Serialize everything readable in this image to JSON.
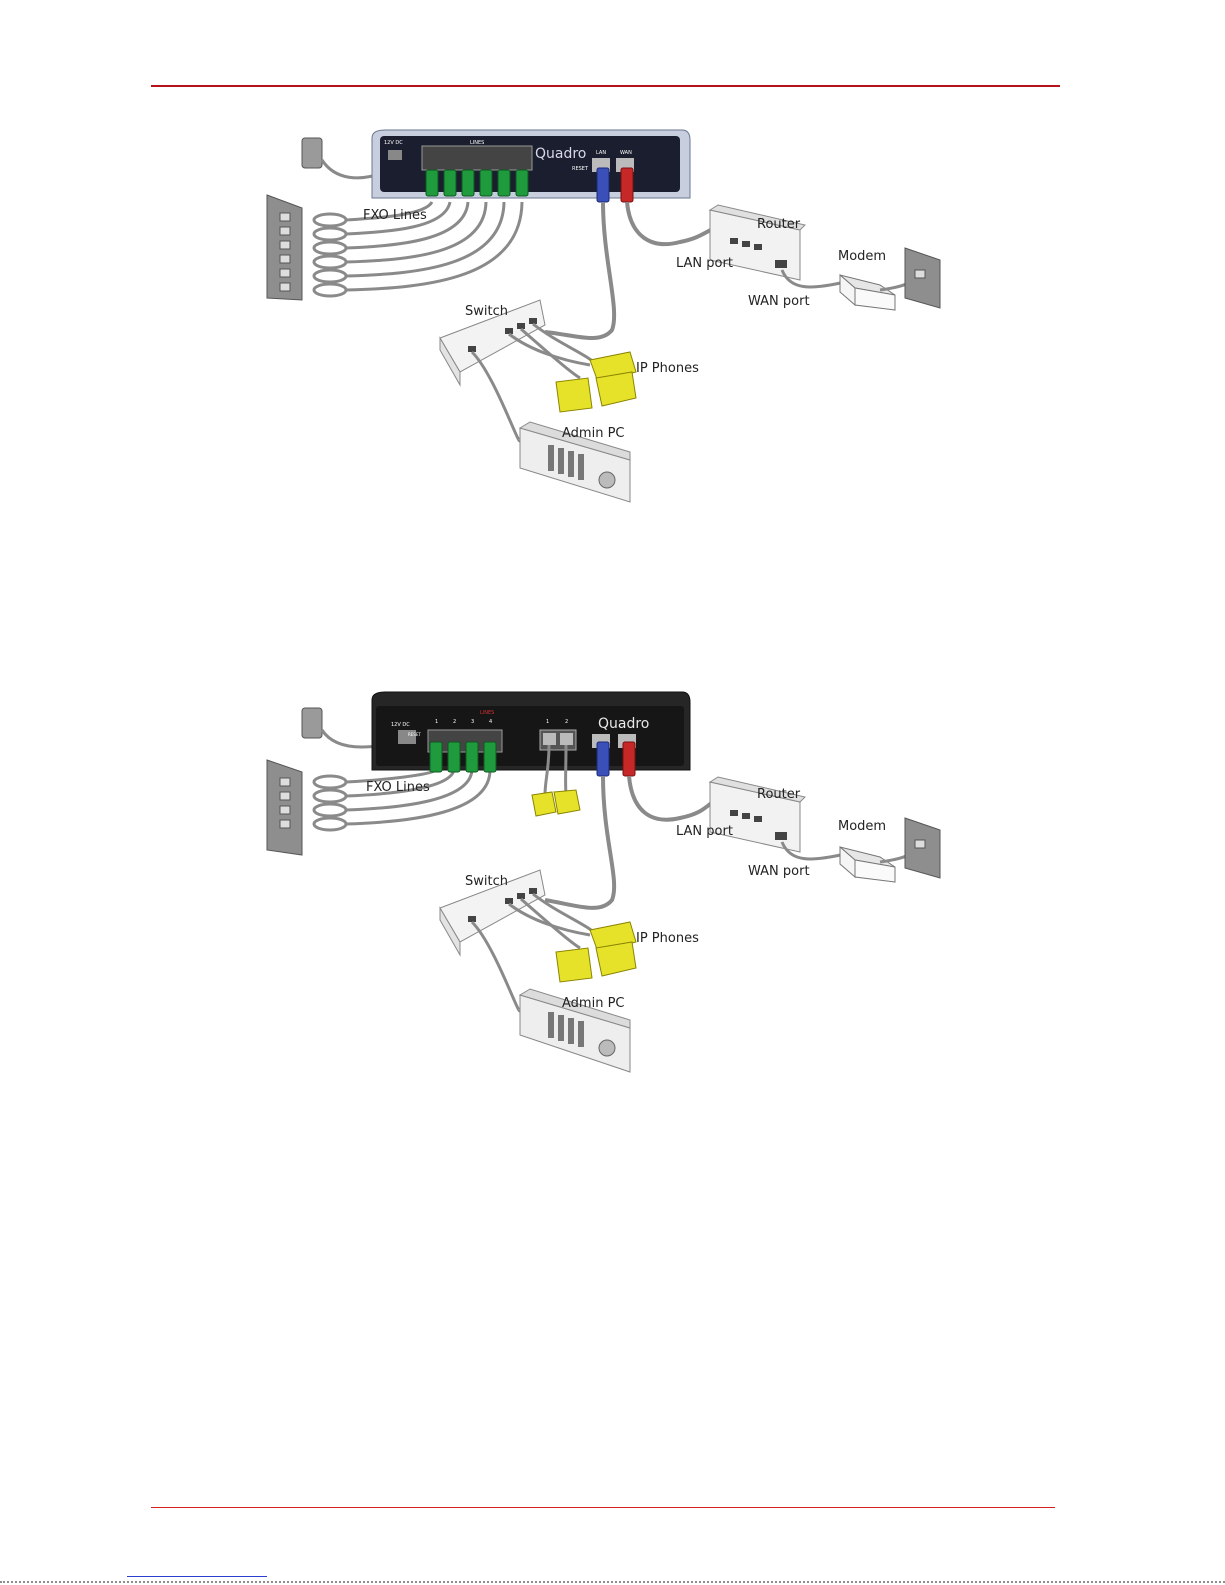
{
  "diagram1": {
    "power_label": "12V DC",
    "lines_header": "LINES",
    "brand": "Quadro",
    "lan_label": "LAN",
    "wan_label": "WAN",
    "reset_label": "RESET",
    "fxo_label": "FXO Lines",
    "router_label": "Router",
    "modem_label": "Modem",
    "lan_port_label": "LAN port",
    "wan_port_label": "WAN port",
    "switch_label": "Switch",
    "ip_phones_label": "IP Phones",
    "admin_pc_label": "Admin PC",
    "line_jack_count": 6
  },
  "diagram2": {
    "power_label": "12V DC",
    "reset_label": "RESET",
    "lines_header": "LINES",
    "line_numbers": [
      "1",
      "2",
      "3",
      "4"
    ],
    "phone_numbers": [
      "1",
      "2"
    ],
    "brand": "Quadro",
    "fxo_label": "FXO Lines",
    "router_label": "Router",
    "modem_label": "Modem",
    "lan_port_label": "LAN port",
    "wan_port_label": "WAN port",
    "switch_label": "Switch",
    "ip_phones_label": "IP Phones",
    "admin_pc_label": "Admin PC",
    "line_jack_count": 4
  },
  "colors": {
    "rule": "#b5121b",
    "fxo_plug": "#1f9a3d",
    "lan_plug": "#3b4fb8",
    "wan_plug": "#c62828",
    "phone": "#e6e22a",
    "cable": "#8a8a8a"
  }
}
